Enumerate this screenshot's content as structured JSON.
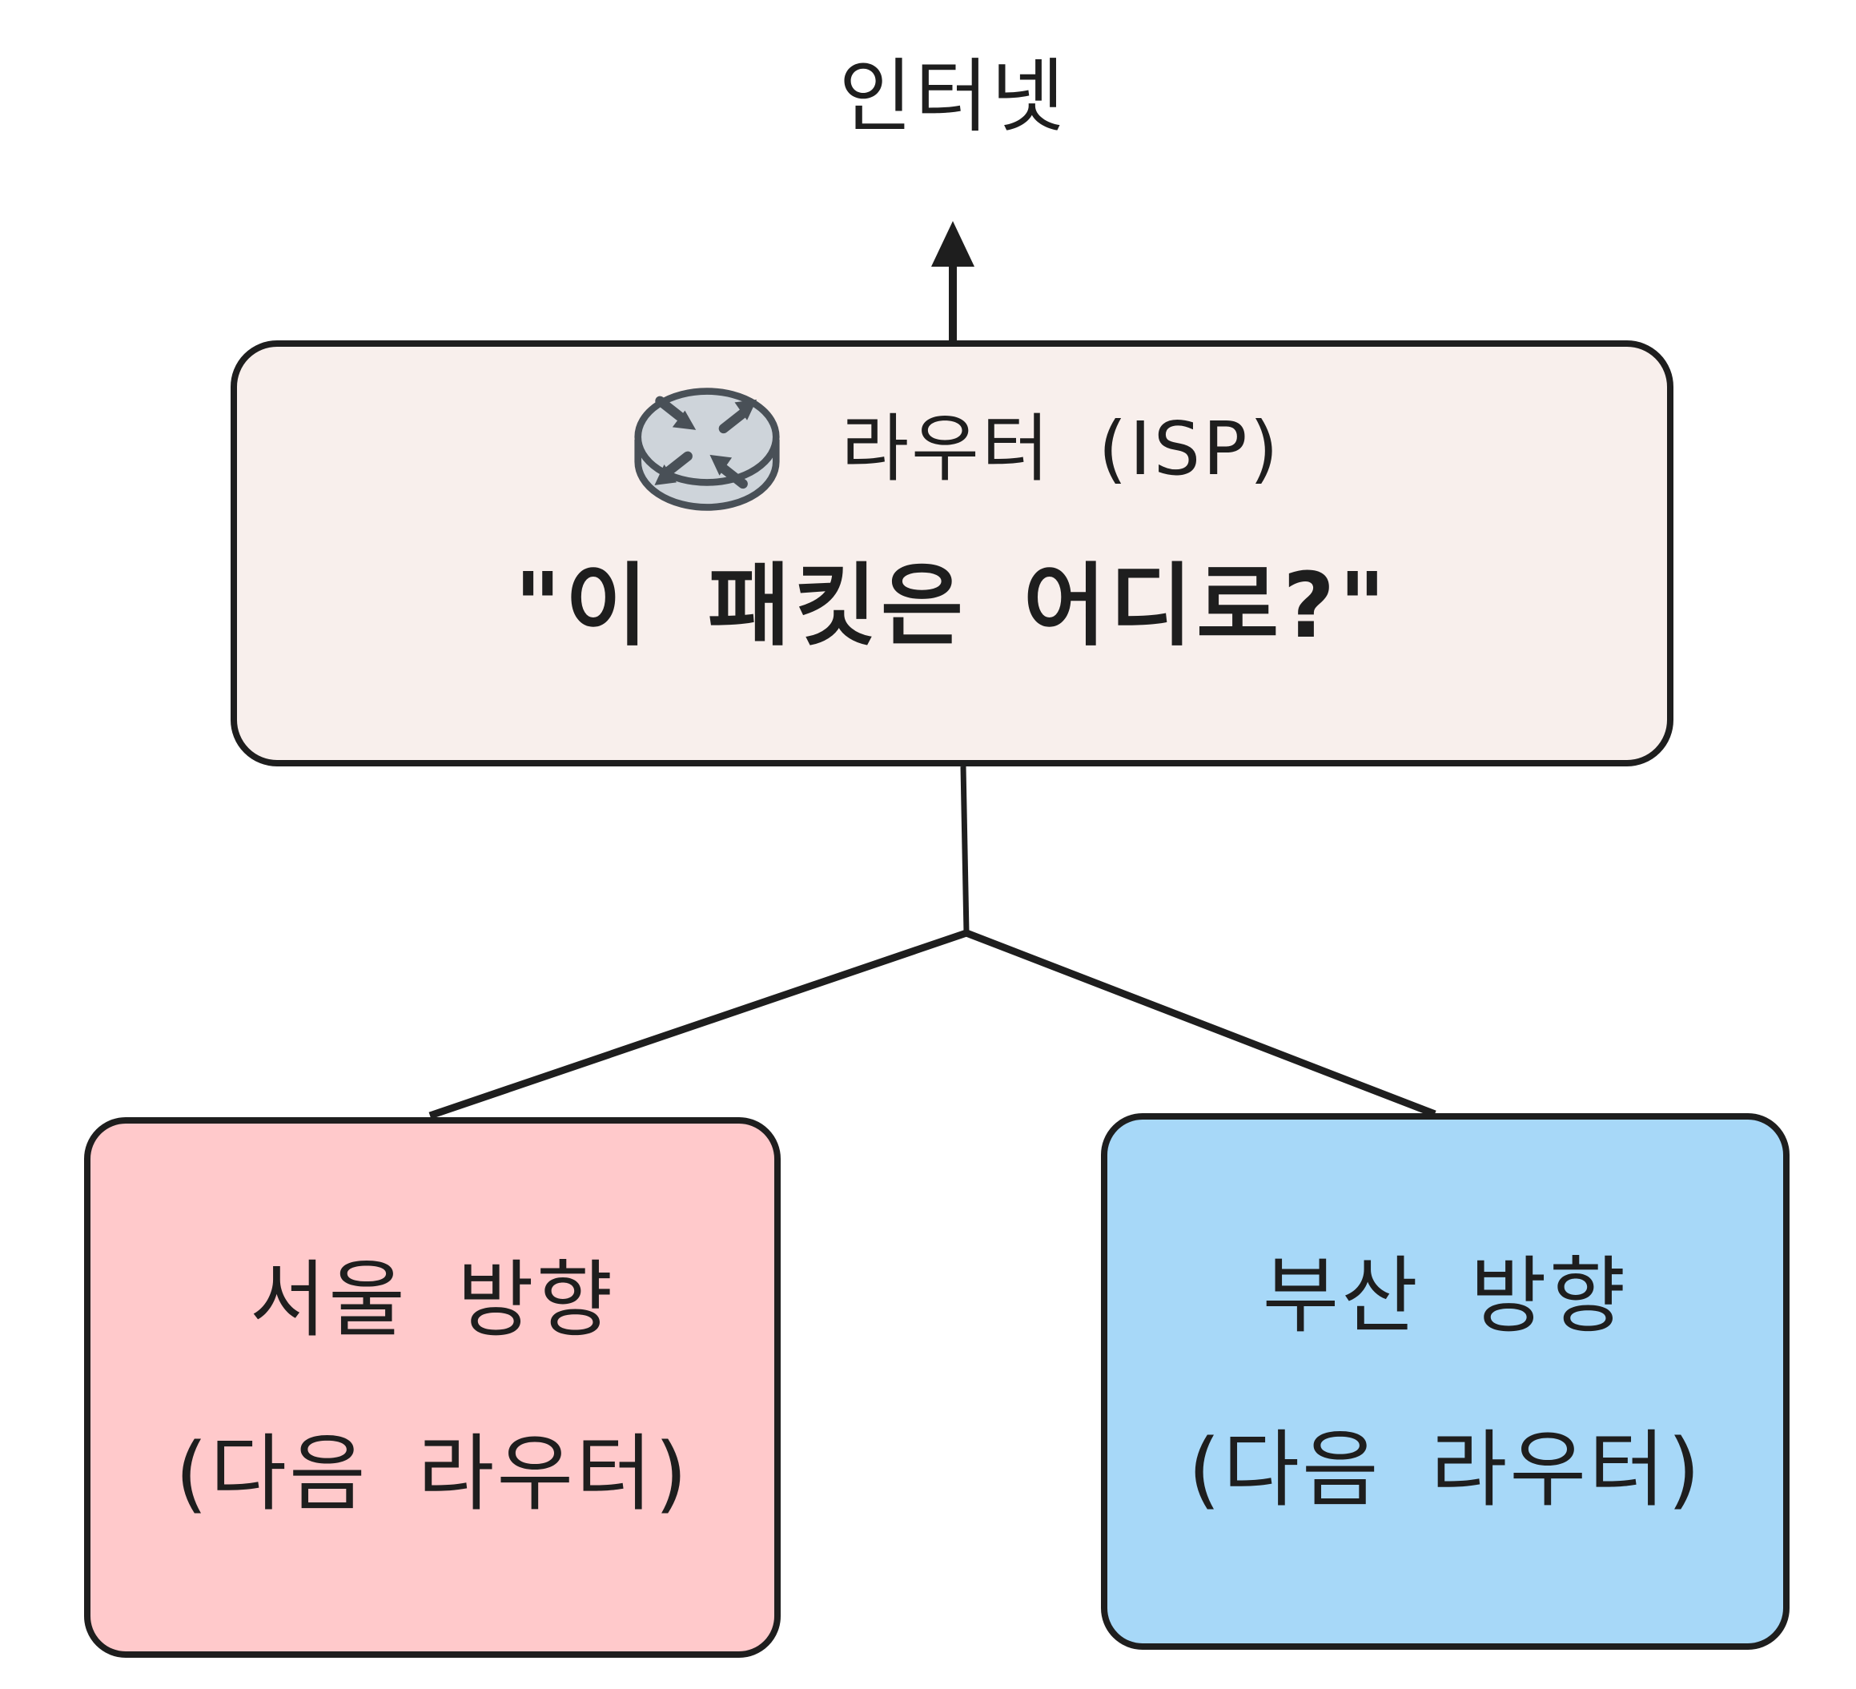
{
  "diagram": {
    "internet_label": "인터넷",
    "router_box": {
      "title": "라우터 (ISP)",
      "question": "\"이 패킷은 어디로?\""
    },
    "seoul_box": {
      "title": "서울 방향",
      "subtitle": "(다음 라우터)"
    },
    "busan_box": {
      "title": "부산 방향",
      "subtitle": "(다음 라우터)"
    },
    "icons": {
      "router": "router-icon",
      "arrow_up": "arrow-up-icon"
    },
    "colors": {
      "stroke": "#1e1e1e",
      "router_box_bg": "#f8efec",
      "seoul_box_bg": "#ffc9cb",
      "busan_box_bg": "#a7d8f8",
      "router_icon_fill": "#ced4da",
      "router_icon_stroke": "#495057"
    }
  }
}
